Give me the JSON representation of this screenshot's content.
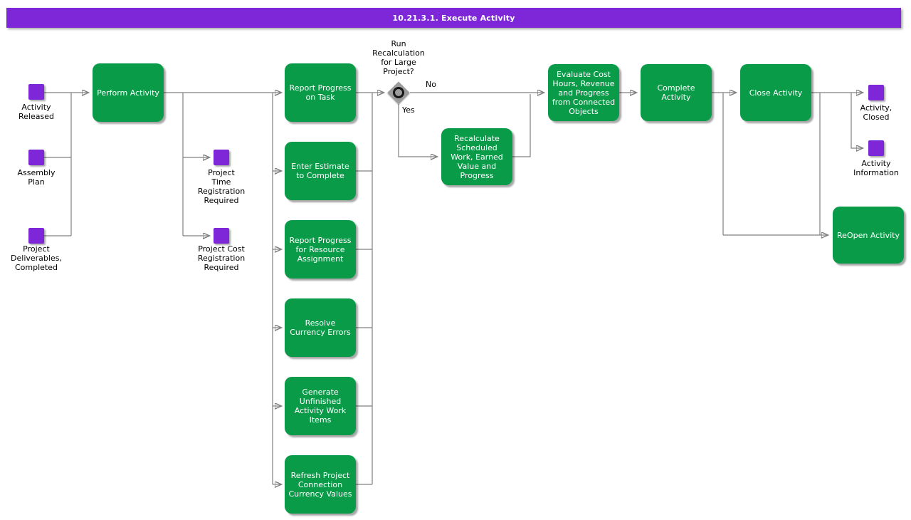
{
  "title": "10.21.3.1. Execute Activity",
  "colors": {
    "task_green": "#0a9b49",
    "event_purple": "#7d27d9",
    "header_purple": "#7d27d9",
    "connector_gray": "#808080",
    "decision_gray": "#9c9c9c"
  },
  "decision": {
    "question": "Run\nRecalculation\nfor Large\nProject?",
    "no_label": "No",
    "yes_label": "Yes"
  },
  "tasks": {
    "perform_activity": "Perform Activity",
    "report_progress_on_task": "Report Progress\non Task",
    "enter_estimate_to_complete": "Enter Estimate\nto Complete",
    "report_progress_for_resource_assignment": "Report Progress\nfor Resource\nAssignment",
    "resolve_currency_errors": "Resolve\nCurrency Errors",
    "generate_unfinished_activity_work_items": "Generate\nUnfinished\nActivity Work\nItems",
    "refresh_project_connection_currency_values": "Refresh Project\nConnection\nCurrency Values",
    "recalculate_scheduled_work": "Recalculate\nScheduled\nWork, Earned\nValue and\nProgress",
    "evaluate_cost_hours": "Evaluate Cost\nHours, Revenue\nand Progress\nfrom Connected\nObjects",
    "complete_activity": "Complete\nActivity",
    "close_activity": "Close Activity",
    "reopen_activity": "ReOpen Activity"
  },
  "events": {
    "activity_released": "Activity\nReleased",
    "assembly_plan": "Assembly\nPlan",
    "project_deliverables_completed": "Project\nDeliverables,\nCompleted",
    "project_time_registration_required": "Project\nTime\nRegistration\nRequired",
    "project_cost_registration_required": "Project Cost\nRegistration\nRequired",
    "activity_closed": "Activity,\nClosed",
    "activity_information": "Activity\nInformation"
  }
}
